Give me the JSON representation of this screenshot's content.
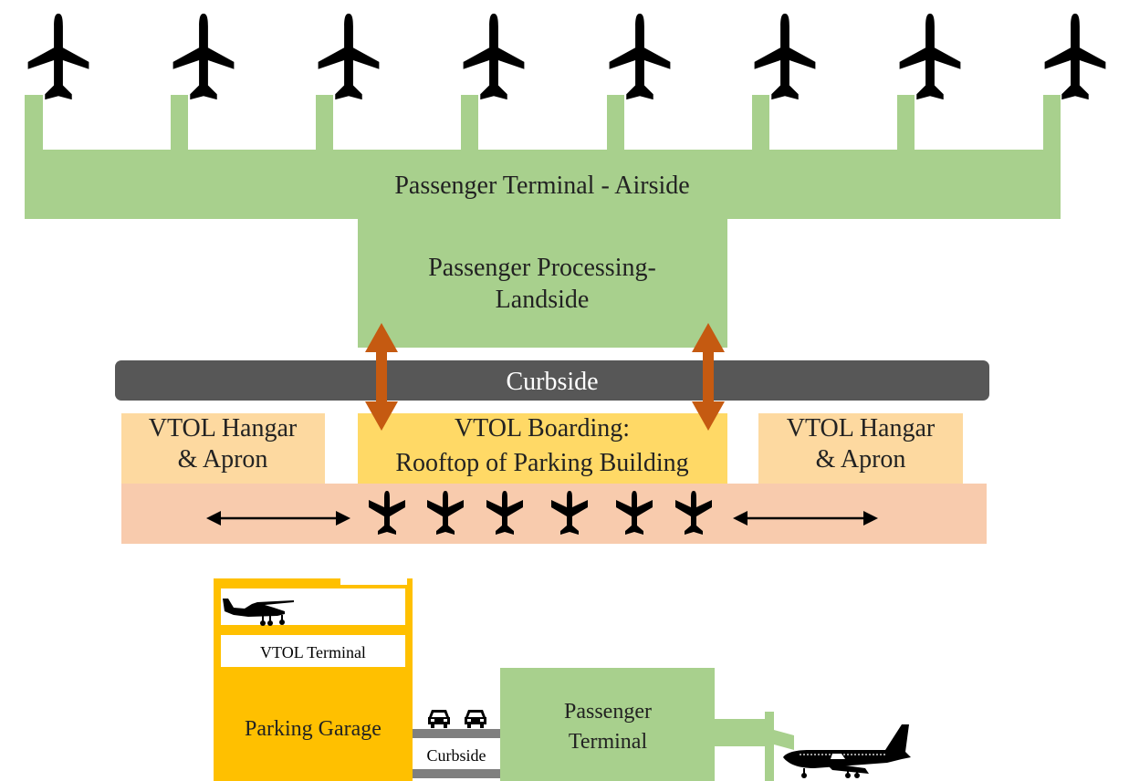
{
  "colors": {
    "terminal_green": "#a8d08d",
    "curbside_dark": "#575757",
    "vtol_yellow": "#ffd966",
    "hangar_light": "#fdd9a0",
    "apron_peach": "#f8cbad",
    "access_arrow": "#c55a11",
    "garage_orange": "#ffc000",
    "road_gray": "#7f7f7f",
    "silhouette": "#000000"
  },
  "top_plan": {
    "airside_label": "Passenger Terminal - Airside",
    "processing_label_line1": "Passenger Processing-",
    "processing_label_line2": "Landside",
    "curbside_label": "Curbside",
    "hangar_left_line1": "VTOL Hangar",
    "hangar_left_line2": "& Apron",
    "boarding_line1": "VTOL Boarding:",
    "boarding_line2": "Rooftop of Parking Building",
    "hangar_right_line1": "VTOL Hangar",
    "hangar_right_line2": "& Apron",
    "gate_aircraft_icon": "airplane-top-view-icon",
    "vtol_aircraft_icon": "vtol-aircraft-icon"
  },
  "section": {
    "vtol_terminal_label": "VTOL Terminal",
    "parking_garage_label": "Parking Garage",
    "curbside_label": "Curbside",
    "passenger_terminal_line1": "Passenger",
    "passenger_terminal_line2": "Terminal",
    "small_aircraft_icon": "small-plane-side-icon",
    "car_icon": "car-front-icon",
    "jet_icon": "jet-side-icon"
  }
}
